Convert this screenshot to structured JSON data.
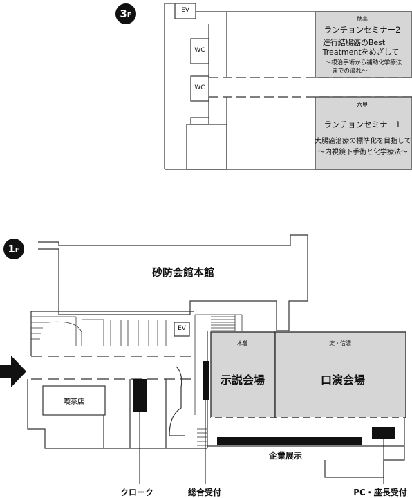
{
  "floors": {
    "third": {
      "badge_number": "3",
      "badge_suffix": "F",
      "ev": "EV",
      "wc1": "WC",
      "wc2": "WC",
      "room1": {
        "name": "穂高",
        "session": "ランチョンセミナー2",
        "title_line1": "進行結腸癌のBest",
        "title_line2": "Treatmentをめざして",
        "sub_line1": "～根治手術から補助化学療法",
        "sub_line2": "までの流れ～"
      },
      "room2": {
        "name": "六甲",
        "session": "ランチョンセミナー1",
        "title_line1": "大腸癌治療の標準化を目指して",
        "sub_line1": "～内視鏡下手術と化学療法～"
      }
    },
    "first": {
      "badge_number": "1",
      "badge_suffix": "F",
      "main_building": "砂防会館本館",
      "ev": "EV",
      "cafe": "喫茶店",
      "room_a": {
        "name": "木曽",
        "label": "示説会場"
      },
      "room_b": {
        "name": "淀・信濃",
        "label": "口演会場"
      },
      "exhibit": "企業展示",
      "cloak": "クローク",
      "reception": "総合受付",
      "pc_reception": "PC・座長受付"
    }
  },
  "colors": {
    "room_fill": "#d6d6d6",
    "line": "#333333",
    "counter": "#111111"
  }
}
